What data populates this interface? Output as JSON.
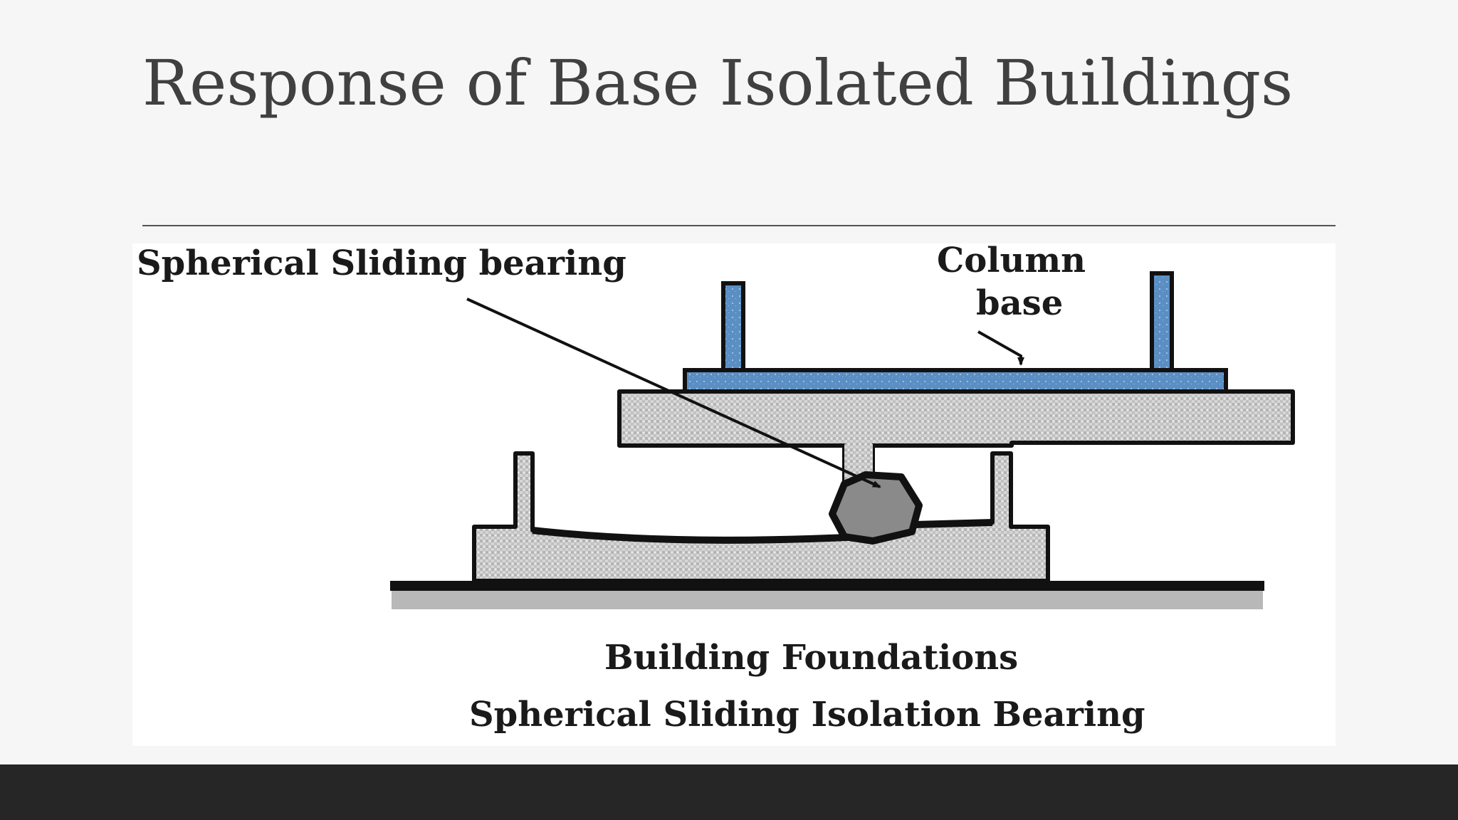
{
  "slide": {
    "title": "Response of Base Isolated Buildings"
  },
  "diagram": {
    "label_bearing": "Spherical Sliding bearing",
    "label_column_line1": "Column",
    "label_column_line2": "base",
    "caption_line1": "Building Foundations",
    "caption_line2": "Spherical Sliding Isolation Bearing",
    "colors": {
      "steel_blue": "#5b8fc4",
      "concrete_fill": "#d4d4d4",
      "ball_fill": "#8a8a8a",
      "ground_stripe": "#b8b8b8",
      "bottom_bar": "#262626"
    }
  }
}
